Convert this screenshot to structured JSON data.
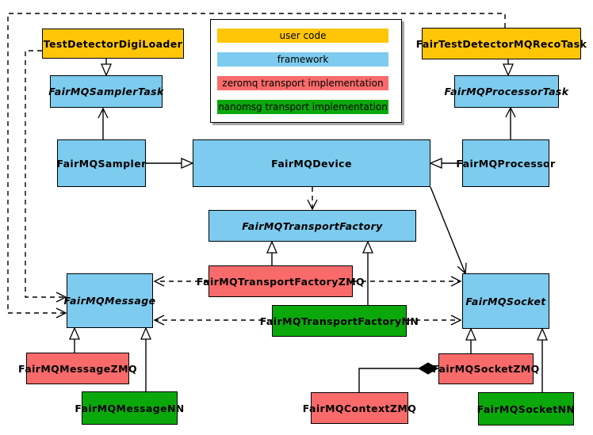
{
  "legend": {
    "items": [
      {
        "label": "user code",
        "color": "#ffc607"
      },
      {
        "label": "framework",
        "color": "#7dcbee"
      },
      {
        "label": "zeromq transport implementation",
        "color": "#f96b6b"
      },
      {
        "label": "nanomsg transport implementation",
        "color": "#0ba80b"
      }
    ]
  },
  "nodes": {
    "testDetectorDigiLoader": {
      "label": "TestDetectorDigiLoader",
      "category": "user code",
      "abstract": false
    },
    "fairTestDetectorMQRecoTask": {
      "label": "FairTestDetectorMQRecoTask",
      "category": "user code",
      "abstract": false
    },
    "fairMQSamplerTask": {
      "label": "FairMQSamplerTask",
      "category": "framework",
      "abstract": true
    },
    "fairMQProcessorTask": {
      "label": "FairMQProcessorTask",
      "category": "framework",
      "abstract": true
    },
    "fairMQSampler": {
      "label": "FairMQSampler",
      "category": "framework",
      "abstract": false
    },
    "fairMQDevice": {
      "label": "FairMQDevice",
      "category": "framework",
      "abstract": false
    },
    "fairMQProcessor": {
      "label": "FairMQProcessor",
      "category": "framework",
      "abstract": false
    },
    "fairMQTransportFactory": {
      "label": "FairMQTransportFactory",
      "category": "framework",
      "abstract": true
    },
    "fairMQTransportFactoryZMQ": {
      "label": "FairMQTransportFactoryZMQ",
      "category": "zeromq transport implementation",
      "abstract": false
    },
    "fairMQTransportFactoryNN": {
      "label": "FairMQTransportFactoryNN",
      "category": "nanomsg transport implementation",
      "abstract": false
    },
    "fairMQMessage": {
      "label": "FairMQMessage",
      "category": "framework",
      "abstract": true
    },
    "fairMQSocket": {
      "label": "FairMQSocket",
      "category": "framework",
      "abstract": true
    },
    "fairMQMessageZMQ": {
      "label": "FairMQMessageZMQ",
      "category": "zeromq transport implementation",
      "abstract": false
    },
    "fairMQMessageNN": {
      "label": "FairMQMessageNN",
      "category": "nanomsg transport implementation",
      "abstract": false
    },
    "fairMQSocketZMQ": {
      "label": "FairMQSocketZMQ",
      "category": "zeromq transport implementation",
      "abstract": false
    },
    "fairMQSocketNN": {
      "label": "FairMQSocketNN",
      "category": "nanomsg transport implementation",
      "abstract": false
    },
    "fairMQContextZMQ": {
      "label": "FairMQContextZMQ",
      "category": "zeromq transport implementation",
      "abstract": false
    }
  },
  "edges": [
    {
      "from": "TestDetectorDigiLoader",
      "to": "FairMQSamplerTask",
      "type": "generalization"
    },
    {
      "from": "FairTestDetectorMQRecoTask",
      "to": "FairMQProcessorTask",
      "type": "generalization"
    },
    {
      "from": "FairMQSampler",
      "to": "FairMQDevice",
      "type": "generalization"
    },
    {
      "from": "FairMQProcessor",
      "to": "FairMQDevice",
      "type": "generalization"
    },
    {
      "from": "FairMQSampler",
      "to": "FairMQSamplerTask",
      "type": "association"
    },
    {
      "from": "FairMQProcessor",
      "to": "FairMQProcessorTask",
      "type": "association"
    },
    {
      "from": "FairMQDevice",
      "to": "FairMQTransportFactory",
      "type": "dependency"
    },
    {
      "from": "FairMQDevice",
      "to": "FairMQSocket",
      "type": "association"
    },
    {
      "from": "FairMQTransportFactoryZMQ",
      "to": "FairMQTransportFactory",
      "type": "generalization"
    },
    {
      "from": "FairMQTransportFactoryNN",
      "to": "FairMQTransportFactory",
      "type": "generalization"
    },
    {
      "from": "FairMQTransportFactoryZMQ",
      "to": "FairMQMessage",
      "type": "dependency"
    },
    {
      "from": "FairMQTransportFactoryZMQ",
      "to": "FairMQSocket",
      "type": "dependency"
    },
    {
      "from": "FairMQTransportFactoryNN",
      "to": "FairMQMessage",
      "type": "dependency"
    },
    {
      "from": "FairMQTransportFactoryNN",
      "to": "FairMQSocket",
      "type": "dependency"
    },
    {
      "from": "TestDetectorDigiLoader",
      "to": "FairMQMessage",
      "type": "dependency"
    },
    {
      "from": "FairTestDetectorMQRecoTask",
      "to": "FairMQMessage",
      "type": "dependency"
    },
    {
      "from": "FairMQMessageZMQ",
      "to": "FairMQMessage",
      "type": "generalization"
    },
    {
      "from": "FairMQMessageNN",
      "to": "FairMQMessage",
      "type": "generalization"
    },
    {
      "from": "FairMQSocketZMQ",
      "to": "FairMQSocket",
      "type": "generalization"
    },
    {
      "from": "FairMQSocketNN",
      "to": "FairMQSocket",
      "type": "generalization"
    },
    {
      "from": "FairMQContextZMQ",
      "to": "FairMQSocketZMQ",
      "type": "composition"
    }
  ]
}
